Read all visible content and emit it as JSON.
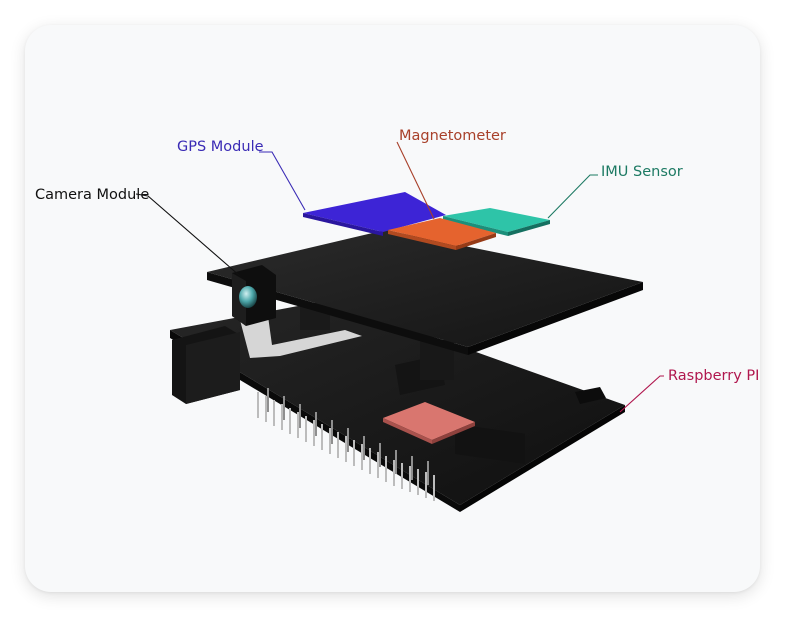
{
  "labels": {
    "gps": {
      "text": "GPS Module",
      "color": "#3a2bb5"
    },
    "magnetometer": {
      "text": "Magnetometer",
      "color": "#a8402a"
    },
    "imu": {
      "text": "IMU Sensor",
      "color": "#1d7a63"
    },
    "camera": {
      "text": "Camera Module",
      "color": "#111111"
    },
    "raspberry": {
      "text": "Raspberry PI",
      "color": "#b0174e"
    }
  },
  "colors": {
    "gps_chip": "#3d24d6",
    "magnetometer_chip": "#e5632e",
    "imu_chip": "#2ec4a8",
    "soc_chip": "#d9766f",
    "board": "#1b1b1b",
    "card_background": "#f8f9fa"
  }
}
